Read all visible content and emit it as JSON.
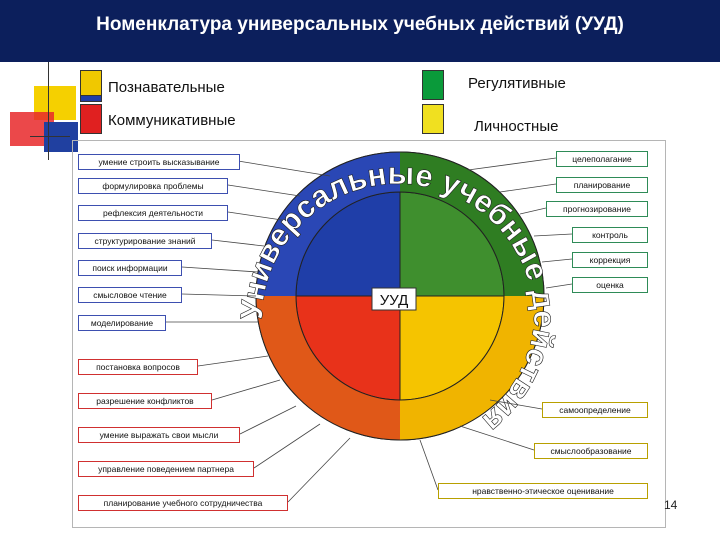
{
  "header": {
    "title": "Номенклатура универсальных учебных действий (УУД)"
  },
  "legend": [
    {
      "label": "Познавательные",
      "color": "#1f3ea8"
    },
    {
      "label": "Регулятивные",
      "color": "#0a9a3a"
    },
    {
      "label": "Коммуникативные",
      "color": "#e02020"
    },
    {
      "label": "Личностные",
      "color": "#f0e020"
    }
  ],
  "wheel": {
    "center_label": "УУД",
    "ring_text": "Универсальные учебные действия",
    "colors": {
      "blue": "#1f3ea8",
      "green": "#3a8a2a",
      "yellow": "#f5c400",
      "red": "#e8321a",
      "orange": "#f08c10"
    }
  },
  "left_items": [
    "умение строить высказывание",
    "формулировка проблемы",
    "рефлексия деятельности",
    "структурирование знаний",
    "поиск информации",
    "смысловое чтение",
    "моделирование",
    "постановка вопросов",
    "разрешение конфликтов",
    "умение выражать свои мысли",
    "управление поведением партнера",
    "планирование учебного сотрудничества"
  ],
  "right_items": [
    "целеполагание",
    "планирование",
    "прогнозирование",
    "контроль",
    "коррекция",
    "оценка",
    "самоопределение",
    "смыслообразование",
    "нравственно-этическое оценивание"
  ],
  "page_number": "14"
}
